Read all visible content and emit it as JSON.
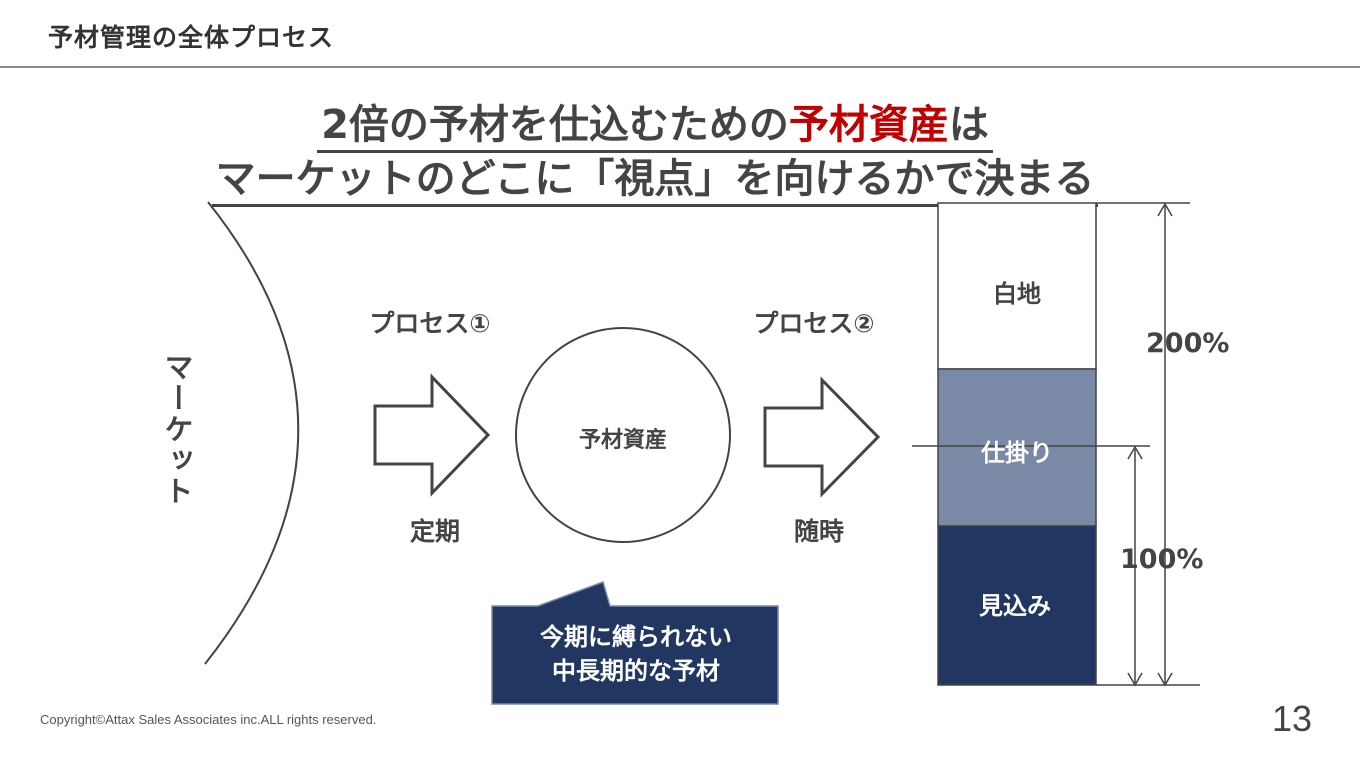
{
  "header": {
    "title": "予材管理の全体プロセス"
  },
  "headline": {
    "line1_pre": "2倍の予材を仕込むための",
    "line1_accent": "予材資産",
    "line1_post": "は",
    "line2": "マーケットのどこに「視点」を向けるかで決まる"
  },
  "diagram": {
    "market_label": "マーケット",
    "process1": {
      "label": "プロセス①",
      "sublabel": "定期"
    },
    "process2": {
      "label": "プロセス②",
      "sublabel": "随時"
    },
    "asset_label": "予材資産",
    "callout": {
      "line1": "今期に縛られない",
      "line2": "中長期的な予材"
    },
    "stack": [
      {
        "label": "白地",
        "fill": "#ffffff",
        "text_color": "#444444"
      },
      {
        "label": "仕掛り",
        "fill": "#7a8aa6",
        "text_color": "#ffffff"
      },
      {
        "label": "見込み",
        "fill": "#213661",
        "text_color": "#ffffff"
      }
    ],
    "pct_200": "200%",
    "pct_100": "100%"
  },
  "colors": {
    "accent": "#c00000",
    "navy": "#213661",
    "slate": "#7a8aa6"
  },
  "footer": {
    "copyright": "Copyright©Attax Sales Associates inc.ALL rights reserved.",
    "page_number": "13"
  }
}
